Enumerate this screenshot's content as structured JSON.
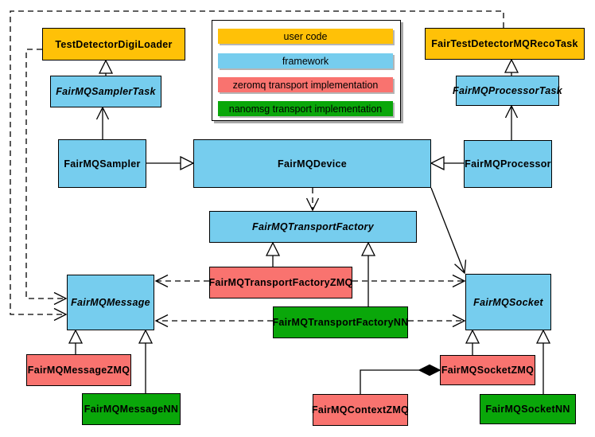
{
  "diagram_type": "uml-class-diagram",
  "colors": {
    "user_code": "#FFC107",
    "framework": "#76CDEE",
    "zeromq_impl": "#F9736F",
    "nanomsg_impl": "#0AA70A",
    "line": "#000000",
    "background": "#FFFFFF"
  },
  "legend": {
    "items": [
      {
        "label": "user code",
        "color": "#FFC107"
      },
      {
        "label": "framework",
        "color": "#76CDEE"
      },
      {
        "label": "zeromq transport implementation",
        "color": "#F9736F"
      },
      {
        "label": "nanomsg transport implementation",
        "color": "#0AA70A"
      }
    ]
  },
  "nodes": {
    "digiLoader": {
      "label": "TestDetectorDigiLoader",
      "category": "user code"
    },
    "recoTask": {
      "label": "FairTestDetectorMQRecoTask",
      "category": "user code"
    },
    "samplerTask": {
      "label": "FairMQSamplerTask",
      "category": "framework",
      "abstract": true
    },
    "processorTask": {
      "label": "FairMQProcessorTask",
      "category": "framework",
      "abstract": true
    },
    "sampler": {
      "label": "FairMQSampler",
      "category": "framework"
    },
    "device": {
      "label": "FairMQDevice",
      "category": "framework"
    },
    "processor": {
      "label": "FairMQProcessor",
      "category": "framework"
    },
    "transportFactory": {
      "label": "FairMQTransportFactory",
      "category": "framework",
      "abstract": true
    },
    "factoryZMQ": {
      "label": "FairMQTransportFactoryZMQ",
      "category": "zeromq transport implementation"
    },
    "factoryNN": {
      "label": "FairMQTransportFactoryNN",
      "category": "nanomsg transport implementation"
    },
    "message": {
      "label": "FairMQMessage",
      "category": "framework",
      "abstract": true
    },
    "socket": {
      "label": "FairMQSocket",
      "category": "framework",
      "abstract": true
    },
    "messageZMQ": {
      "label": "FairMQMessageZMQ",
      "category": "zeromq transport implementation"
    },
    "messageNN": {
      "label": "FairMQMessageNN",
      "category": "nanomsg transport implementation"
    },
    "socketZMQ": {
      "label": "FairMQSocketZMQ",
      "category": "zeromq transport implementation"
    },
    "socketNN": {
      "label": "FairMQSocketNN",
      "category": "nanomsg transport implementation"
    },
    "contextZMQ": {
      "label": "FairMQContextZMQ",
      "category": "zeromq transport implementation"
    }
  },
  "edges": [
    {
      "from": "FairMQSamplerTask",
      "to": "TestDetectorDigiLoader",
      "line": "solid",
      "arrow": "hollow-triangle"
    },
    {
      "from": "FairMQProcessorTask",
      "to": "FairTestDetectorMQRecoTask",
      "line": "solid",
      "arrow": "hollow-triangle"
    },
    {
      "from": "FairMQSampler",
      "to": "FairMQSamplerTask",
      "line": "solid",
      "arrow": "open"
    },
    {
      "from": "FairMQProcessor",
      "to": "FairMQProcessorTask",
      "line": "solid",
      "arrow": "open"
    },
    {
      "from": "FairMQSampler",
      "to": "FairMQDevice",
      "line": "solid",
      "arrow": "hollow-triangle"
    },
    {
      "from": "FairMQProcessor",
      "to": "FairMQDevice",
      "line": "solid",
      "arrow": "hollow-triangle"
    },
    {
      "from": "FairMQDevice",
      "to": "FairMQTransportFactory",
      "line": "dashed",
      "arrow": "open"
    },
    {
      "from": "FairMQDevice",
      "to": "FairMQSocket",
      "line": "solid",
      "arrow": "open"
    },
    {
      "from": "FairMQTransportFactoryZMQ",
      "to": "FairMQTransportFactory",
      "line": "solid",
      "arrow": "hollow-triangle"
    },
    {
      "from": "FairMQTransportFactoryNN",
      "to": "FairMQTransportFactory",
      "line": "solid",
      "arrow": "hollow-triangle"
    },
    {
      "from": "FairMQMessageZMQ",
      "to": "FairMQMessage",
      "line": "solid",
      "arrow": "hollow-triangle"
    },
    {
      "from": "FairMQMessageNN",
      "to": "FairMQMessage",
      "line": "solid",
      "arrow": "hollow-triangle"
    },
    {
      "from": "FairMQSocketZMQ",
      "to": "FairMQSocket",
      "line": "solid",
      "arrow": "hollow-triangle"
    },
    {
      "from": "FairMQSocketNN",
      "to": "FairMQSocket",
      "line": "solid",
      "arrow": "hollow-triangle"
    },
    {
      "from": "FairMQTransportFactoryZMQ",
      "to": "FairMQMessage",
      "line": "dashed",
      "arrow": "open"
    },
    {
      "from": "FairMQTransportFactoryNN",
      "to": "FairMQMessage",
      "line": "dashed",
      "arrow": "open"
    },
    {
      "from": "FairMQTransportFactoryZMQ",
      "to": "FairMQSocket",
      "line": "dashed",
      "arrow": "open"
    },
    {
      "from": "FairMQTransportFactoryNN",
      "to": "FairMQSocket",
      "line": "dashed",
      "arrow": "open"
    },
    {
      "from": "TestDetectorDigiLoader",
      "to": "FairMQMessage",
      "line": "dashed",
      "arrow": "open"
    },
    {
      "from": "FairTestDetectorMQRecoTask",
      "to": "FairMQMessage",
      "line": "dashed",
      "arrow": "open"
    },
    {
      "from": "FairMQContextZMQ",
      "to": "FairMQSocketZMQ",
      "line": "solid",
      "arrow": "filled-diamond"
    }
  ]
}
